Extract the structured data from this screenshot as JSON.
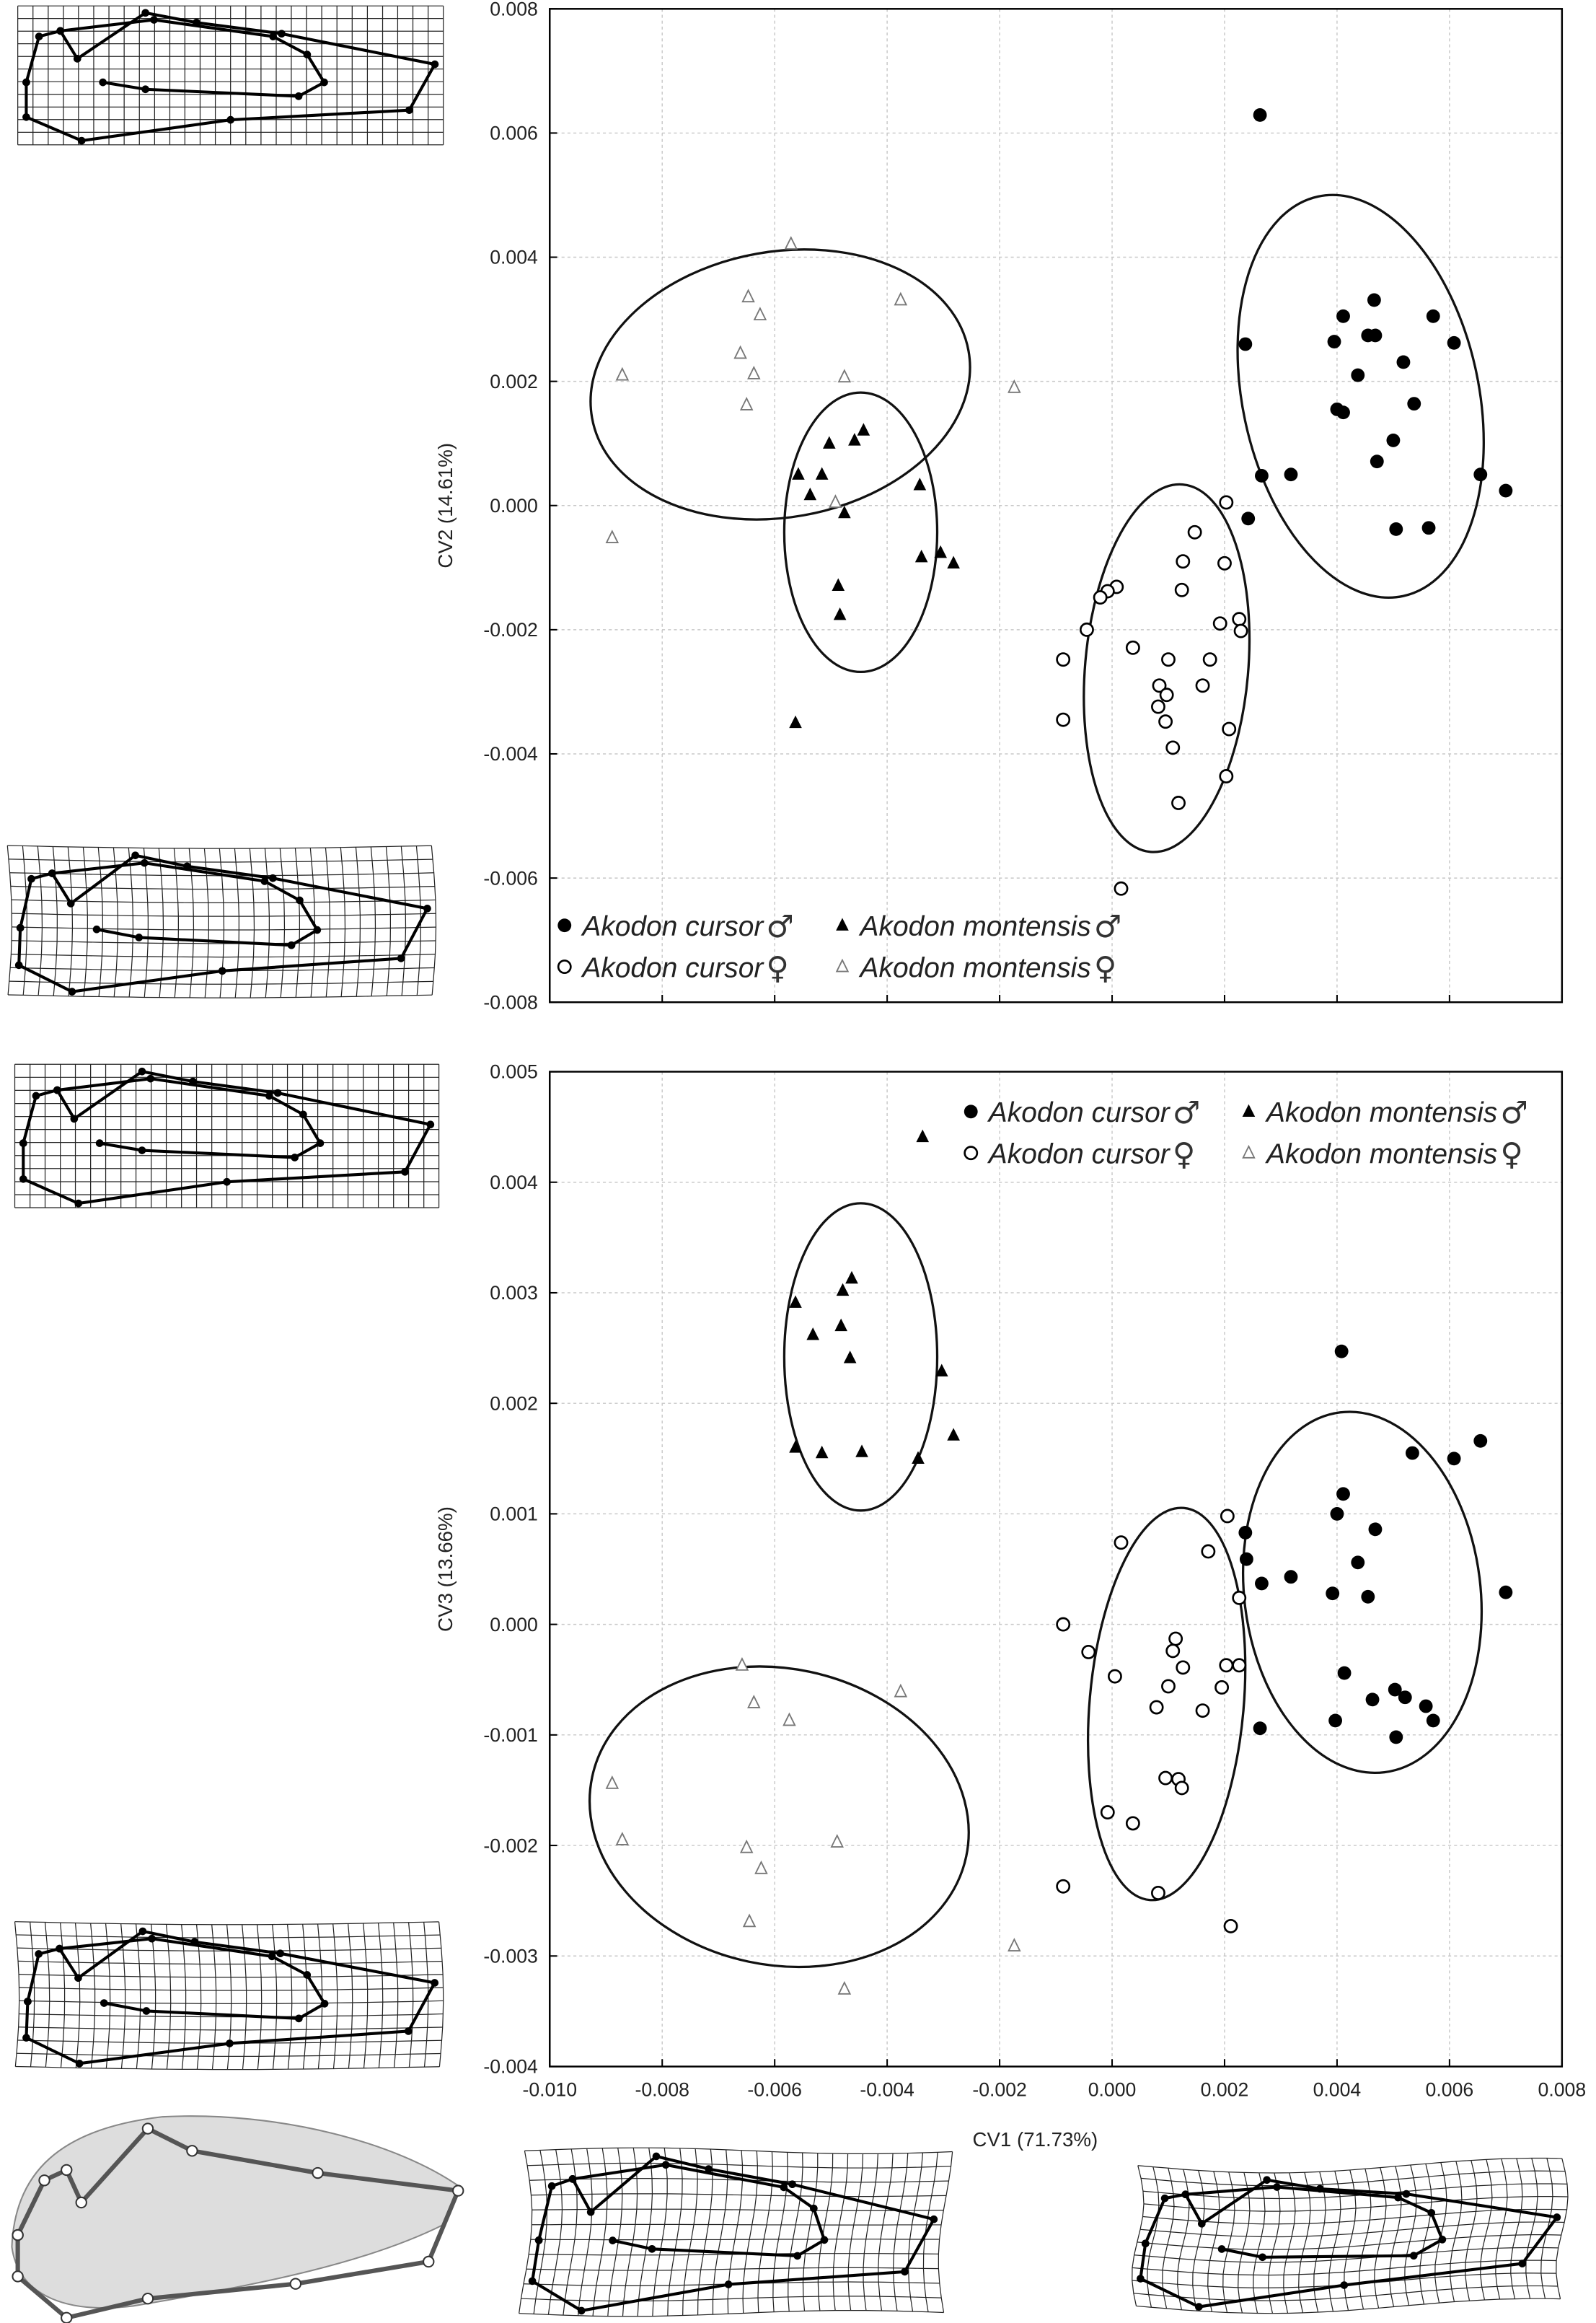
{
  "chart_data": [
    {
      "type": "scatter",
      "title": "",
      "xlabel": "CV1 (71.73%)",
      "ylabel": "CV2 (14.61%)",
      "xlim": [
        -0.01,
        0.008
      ],
      "ylim": [
        -0.008,
        0.008
      ],
      "grid": true,
      "legend_placement": "bottom-left",
      "x_ticks": [
        "-0.010",
        "-0.008",
        "-0.006",
        "-0.004",
        "-0.002",
        "0.000",
        "0.002",
        "0.004",
        "0.006",
        "0.008"
      ],
      "y_ticks": [
        "0.008",
        "0.006",
        "0.004",
        "0.002",
        "0.000",
        "-0.002",
        "-0.004",
        "-0.006",
        "-0.008"
      ],
      "series": [
        {
          "name": "Akodon cursor",
          "sex": "♂",
          "marker": "filled-circle",
          "points": [
            [
              0.00263,
              0.00629
            ],
            [
              0.00237,
              0.0026
            ],
            [
              0.00466,
              0.00331
            ],
            [
              0.00411,
              0.00305
            ],
            [
              0.00455,
              0.00274
            ],
            [
              0.00468,
              0.00274
            ],
            [
              0.00571,
              0.00305
            ],
            [
              0.00608,
              0.00262
            ],
            [
              0.00518,
              0.00231
            ],
            [
              0.00437,
              0.0021
            ],
            [
              0.004,
              0.00155
            ],
            [
              0.00411,
              0.0015
            ],
            [
              0.00537,
              0.00164
            ],
            [
              0.005,
              0.00105
            ],
            [
              0.00471,
              0.00071
            ],
            [
              0.00655,
              0.0005
            ],
            [
              0.007,
              0.00024
            ],
            [
              0.00266,
              0.00048
            ],
            [
              0.00318,
              0.0005
            ],
            [
              0.00242,
              -0.00021
            ],
            [
              0.00505,
              -0.00038
            ],
            [
              0.00563,
              -0.00036
            ],
            [
              0.00395,
              0.00264
            ]
          ]
        },
        {
          "name": "Akodon cursor",
          "sex": "♀",
          "marker": "open-circle",
          "points": [
            [
              0.00203,
              5e-05
            ],
            [
              0.00147,
              -0.00043
            ],
            [
              0.00126,
              -0.0009
            ],
            [
              0.002,
              -0.00093
            ],
            [
              8e-05,
              -0.00131
            ],
            [
              -8e-05,
              -0.00138
            ],
            [
              -0.00021,
              -0.00148
            ],
            [
              0.00124,
              -0.00136
            ],
            [
              -0.00045,
              -0.002
            ],
            [
              0.00192,
              -0.0019
            ],
            [
              0.00226,
              -0.00183
            ],
            [
              0.00229,
              -0.00202
            ],
            [
              0.00037,
              -0.00229
            ],
            [
              0.001,
              -0.00248
            ],
            [
              0.00174,
              -0.00248
            ],
            [
              -0.00087,
              -0.00248
            ],
            [
              0.00084,
              -0.0029
            ],
            [
              0.00161,
              -0.0029
            ],
            [
              0.00097,
              -0.00305
            ],
            [
              0.00082,
              -0.00324
            ],
            [
              -0.00087,
              -0.00345
            ],
            [
              0.00095,
              -0.00348
            ],
            [
              0.00208,
              -0.0036
            ],
            [
              0.00108,
              -0.0039
            ],
            [
              0.00203,
              -0.00436
            ],
            [
              0.00118,
              -0.00479
            ],
            [
              0.00016,
              -0.00617
            ]
          ]
        },
        {
          "name": "Akodon montensis",
          "sex": "♂",
          "marker": "filled-triangle",
          "points": [
            [
              -0.00442,
              0.00121
            ],
            [
              -0.00458,
              0.00105
            ],
            [
              -0.00503,
              0.001
            ],
            [
              -0.00558,
              0.0005
            ],
            [
              -0.00516,
              0.0005
            ],
            [
              -0.00537,
              0.00017
            ],
            [
              -0.00342,
              0.00033
            ],
            [
              -0.00476,
              -0.00012
            ],
            [
              -0.00487,
              -0.00129
            ],
            [
              -0.00339,
              -0.00083
            ],
            [
              -0.00305,
              -0.00076
            ],
            [
              -0.00282,
              -0.00093
            ],
            [
              -0.00484,
              -0.00176
            ],
            [
              -0.00563,
              -0.0035
            ]
          ]
        },
        {
          "name": "Akodon montensis",
          "sex": "♀",
          "marker": "open-triangle",
          "points": [
            [
              -0.00571,
              0.00421
            ],
            [
              -0.00647,
              0.00336
            ],
            [
              -0.00626,
              0.00307
            ],
            [
              -0.00376,
              0.00331
            ],
            [
              -0.00661,
              0.00245
            ],
            [
              -0.00637,
              0.00212
            ],
            [
              -0.00476,
              0.00207
            ],
            [
              -0.00871,
              0.0021
            ],
            [
              -0.0065,
              0.00162
            ],
            [
              -0.00174,
              0.0019
            ],
            [
              -0.00492,
              5e-05
            ],
            [
              -0.00889,
              -0.00052
            ]
          ]
        }
      ],
      "ellipses": [
        {
          "group": "Akodon montensis ♀",
          "center": [
            -0.0059,
            0.00195
          ],
          "rx": 0.0034,
          "ry": 0.00214,
          "angle_deg": -10
        },
        {
          "group": "Akodon montensis ♂",
          "center": [
            -0.00447,
            -0.00043
          ],
          "rx": 0.00136,
          "ry": 0.00225,
          "angle_deg": 0
        },
        {
          "group": "Akodon cursor ♀",
          "center": [
            0.00097,
            -0.00262
          ],
          "rx": 0.00145,
          "ry": 0.00297,
          "angle_deg": 5
        },
        {
          "group": "Akodon cursor ♂",
          "center": [
            0.00442,
            0.00176
          ],
          "rx": 0.0021,
          "ry": 0.00329,
          "angle_deg": -12
        }
      ]
    },
    {
      "type": "scatter",
      "title": "",
      "xlabel": "CV1 (71.73%)",
      "ylabel": "CV3  (13.66%)",
      "xlim": [
        -0.01,
        0.008
      ],
      "ylim": [
        -0.004,
        0.005
      ],
      "grid": true,
      "legend_placement": "top-right",
      "x_ticks": [
        "-0.010",
        "-0.008",
        "-0.006",
        "-0.004",
        "-0.002",
        "0.000",
        "0.002",
        "0.004",
        "0.006",
        "0.008"
      ],
      "y_ticks": [
        "0.005",
        "0.004",
        "0.003",
        "0.002",
        "0.001",
        "0.000",
        "-0.001",
        "-0.002",
        "-0.003",
        "-0.004"
      ],
      "series": [
        {
          "name": "Akodon cursor",
          "sex": "♂",
          "marker": "filled-circle",
          "points": [
            [
              0.00408,
              0.00247
            ],
            [
              0.00534,
              0.00155
            ],
            [
              0.00608,
              0.0015
            ],
            [
              0.00655,
              0.00166
            ],
            [
              0.00411,
              0.00118
            ],
            [
              0.004,
              0.001
            ],
            [
              0.00237,
              0.00083
            ],
            [
              0.00468,
              0.00086
            ],
            [
              0.00239,
              0.00059
            ],
            [
              0.00437,
              0.00056
            ],
            [
              0.00266,
              0.00037
            ],
            [
              0.00318,
              0.00043
            ],
            [
              0.00392,
              0.00028
            ],
            [
              0.00455,
              0.00025
            ],
            [
              0.007,
              0.00029
            ],
            [
              0.00413,
              -0.00044
            ],
            [
              0.00503,
              -0.00059
            ],
            [
              0.00463,
              -0.00068
            ],
            [
              0.00521,
              -0.00066
            ],
            [
              0.00558,
              -0.00074
            ],
            [
              0.00571,
              -0.00087
            ],
            [
              0.00397,
              -0.00087
            ],
            [
              0.00505,
              -0.00102
            ],
            [
              0.00263,
              -0.00094
            ]
          ]
        },
        {
          "name": "Akodon cursor",
          "sex": "♀",
          "marker": "open-circle",
          "points": [
            [
              0.00205,
              0.00098
            ],
            [
              0.00016,
              0.00074
            ],
            [
              0.00171,
              0.00066
            ],
            [
              0.00226,
              0.00024
            ],
            [
              -0.00087,
              0.0
            ],
            [
              -0.00042,
              -0.00025
            ],
            [
              0.00113,
              -0.00013
            ],
            [
              0.00108,
              -0.00024
            ],
            [
              0.00126,
              -0.00039
            ],
            [
              0.00203,
              -0.00037
            ],
            [
              0.00226,
              -0.00037
            ],
            [
              5e-05,
              -0.00047
            ],
            [
              0.001,
              -0.00056
            ],
            [
              0.00195,
              -0.00057
            ],
            [
              0.00079,
              -0.00075
            ],
            [
              0.00161,
              -0.00078
            ],
            [
              0.00095,
              -0.00139
            ],
            [
              0.00118,
              -0.0014
            ],
            [
              0.00124,
              -0.00148
            ],
            [
              -8e-05,
              -0.0017
            ],
            [
              0.00037,
              -0.0018
            ],
            [
              -0.00087,
              -0.00237
            ],
            [
              0.00082,
              -0.00243
            ],
            [
              0.00211,
              -0.00273
            ]
          ]
        },
        {
          "name": "Akodon montensis",
          "sex": "♂",
          "marker": "filled-triangle",
          "points": [
            [
              -0.00337,
              0.00441
            ],
            [
              -0.00563,
              0.00291
            ],
            [
              -0.00463,
              0.00313
            ],
            [
              -0.00479,
              0.00302
            ],
            [
              -0.00532,
              0.00262
            ],
            [
              -0.00482,
              0.0027
            ],
            [
              -0.00466,
              0.00241
            ],
            [
              -0.00303,
              0.00229
            ],
            [
              -0.00282,
              0.00171
            ],
            [
              -0.00563,
              0.0016
            ],
            [
              -0.00516,
              0.00155
            ],
            [
              -0.00445,
              0.00156
            ],
            [
              -0.00345,
              0.0015
            ]
          ]
        },
        {
          "name": "Akodon montensis",
          "sex": "♀",
          "marker": "open-triangle",
          "points": [
            [
              -0.00658,
              -0.00037
            ],
            [
              -0.00637,
              -0.00071
            ],
            [
              -0.00574,
              -0.00087
            ],
            [
              -0.00376,
              -0.00061
            ],
            [
              -0.00889,
              -0.00144
            ],
            [
              -0.00871,
              -0.00195
            ],
            [
              -0.0065,
              -0.00202
            ],
            [
              -0.00624,
              -0.00221
            ],
            [
              -0.00489,
              -0.00197
            ],
            [
              -0.00645,
              -0.00269
            ],
            [
              -0.00476,
              -0.0033
            ],
            [
              -0.00174,
              -0.00291
            ]
          ]
        }
      ],
      "ellipses": [
        {
          "group": "Akodon montensis ♂",
          "center": [
            -0.00447,
            0.00242
          ],
          "rx": 0.00136,
          "ry": 0.00139,
          "angle_deg": 0
        },
        {
          "group": "Akodon montensis ♀",
          "center": [
            -0.00592,
            -0.00174
          ],
          "rx": 0.0034,
          "ry": 0.00134,
          "angle_deg": 12
        },
        {
          "group": "Akodon cursor ♀",
          "center": [
            0.00097,
            -0.00072
          ],
          "rx": 0.00137,
          "ry": 0.00178,
          "angle_deg": 5
        },
        {
          "group": "Akodon cursor ♂",
          "center": [
            0.00445,
            0.00029
          ],
          "rx": 0.0021,
          "ry": 0.00164,
          "angle_deg": -7
        }
      ]
    }
  ]
}
